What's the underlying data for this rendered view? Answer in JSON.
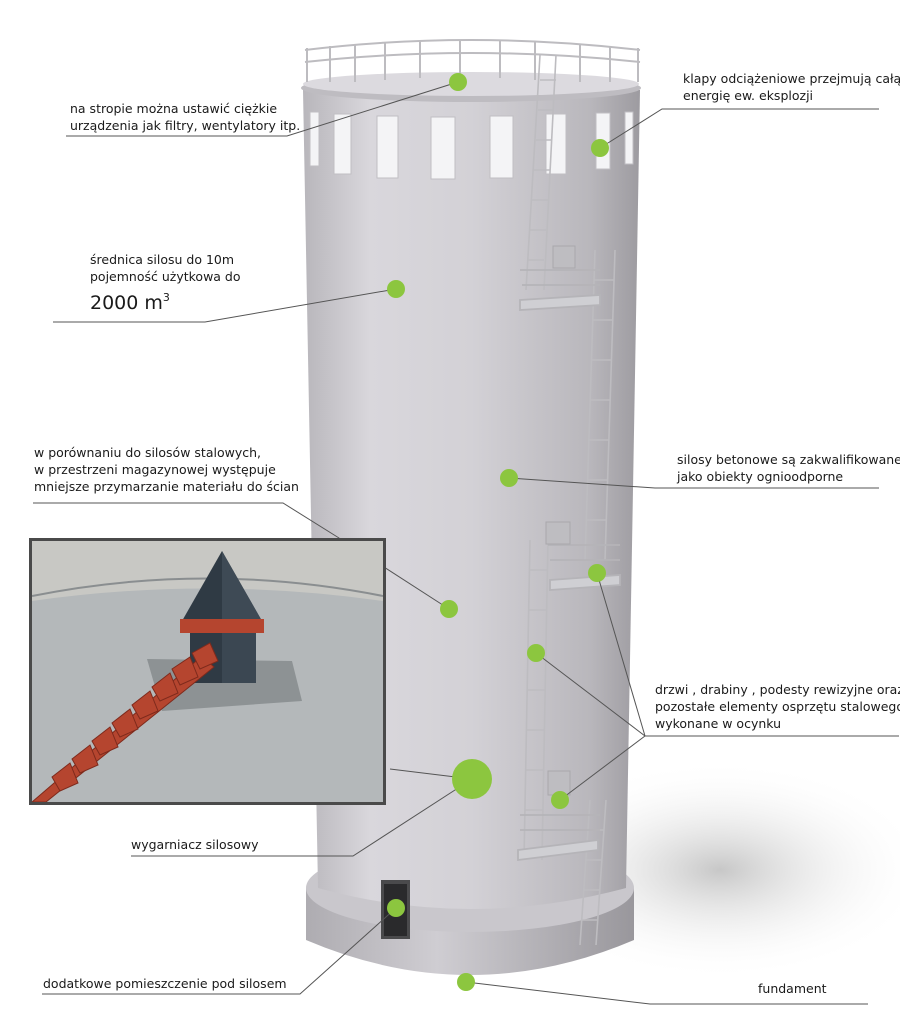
{
  "labels": {
    "roof": [
      "na stropie można ustawić ciężkie",
      "urządzenia jak  filtry, wentylatory itp."
    ],
    "relief": [
      "klapy odciążeniowe przejmują całą",
      "energię ew. eksplozji"
    ],
    "diameter": [
      "średnica silosu do 10m",
      "pojemność użytkowa do"
    ],
    "capacity_value": "2000 m",
    "capacity_exp": "3",
    "compare": [
      "w porównaniu do silosów stalowych,",
      "w przestrzeni  magazynowej występuje",
      "mniejsze przymarzanie materiału do ścian"
    ],
    "fireproof": [
      "silosy betonowe są zakwalifikowane",
      "jako obiekty ognioodporne"
    ],
    "galvanized": [
      "drzwi , drabiny , podesty rewizyjne oraz",
      "pozostałe elementy osprzętu stalowego",
      "wykonane w ocynku"
    ],
    "extractor": "wygarniacz silosowy",
    "room": "dodatkowe pomieszczenie pod silosem",
    "foundation": "fundament"
  },
  "colors": {
    "marker": "#8cc63f",
    "silo": "#d2d0d4",
    "silo_shade": "#a9a7ac",
    "leader": "#555555",
    "extractor": "#b5452f",
    "cone": "#2f3a44"
  }
}
